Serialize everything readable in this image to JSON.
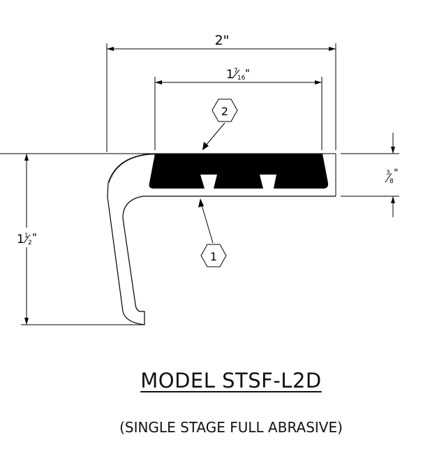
{
  "dimensions": {
    "overall_width": "2\"",
    "insert_width_whole": "1",
    "insert_width_num": "7",
    "insert_width_den": "16",
    "overall_height_whole": "1",
    "overall_height_num": "1",
    "overall_height_den": "2",
    "insert_depth_num": "3",
    "insert_depth_den": "8",
    "inch_mark": "\""
  },
  "balloons": [
    {
      "label": "1"
    },
    {
      "label": "2"
    }
  ],
  "title": "MODEL STSF-L2D",
  "subtitle": "(SINGLE STAGE FULL ABRASIVE)"
}
